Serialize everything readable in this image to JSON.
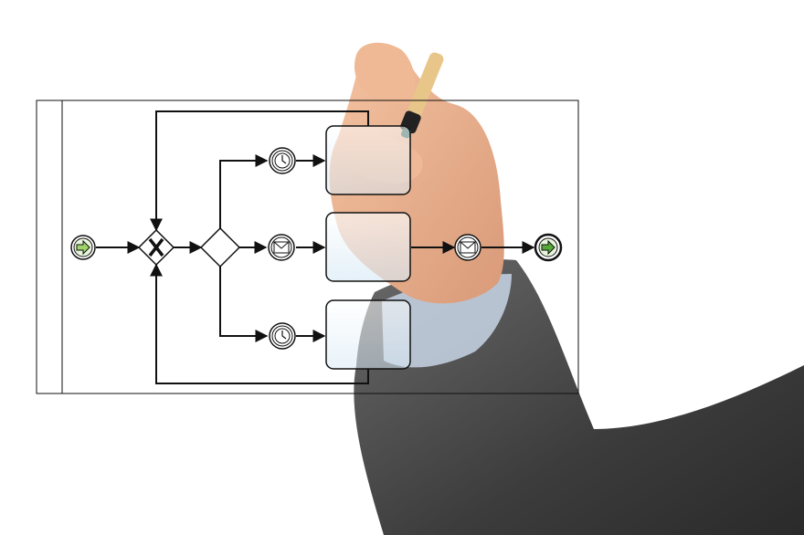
{
  "diagram": {
    "type": "bpmn-process",
    "pool": {
      "label": ""
    },
    "elements": [
      {
        "id": "start",
        "kind": "start-event",
        "icon": "arrow-right-icon"
      },
      {
        "id": "gw-x",
        "kind": "exclusive-gateway",
        "marker": "X"
      },
      {
        "id": "gw-split",
        "kind": "parallel-or-event-gateway",
        "marker": ""
      },
      {
        "id": "timer-top",
        "kind": "intermediate-timer-event",
        "icon": "clock-icon"
      },
      {
        "id": "msg-mid",
        "kind": "intermediate-message-event",
        "icon": "envelope-icon"
      },
      {
        "id": "timer-bottom",
        "kind": "intermediate-timer-event",
        "icon": "clock-icon"
      },
      {
        "id": "task-top",
        "kind": "task",
        "label": ""
      },
      {
        "id": "task-mid",
        "kind": "task",
        "label": ""
      },
      {
        "id": "task-bottom",
        "kind": "task",
        "label": ""
      },
      {
        "id": "msg-end",
        "kind": "intermediate-message-event",
        "icon": "envelope-icon"
      },
      {
        "id": "end",
        "kind": "end-event",
        "icon": "arrow-right-icon"
      }
    ],
    "colors": {
      "line": "#111111",
      "event_fill_green": "#9fd46a",
      "task_fill": "#e6f1f8",
      "background": "#ffffff"
    }
  },
  "scene": {
    "hand_with_marker": true,
    "sleeve_color": "#4c4c4c",
    "skin_color": "#e9b292"
  }
}
